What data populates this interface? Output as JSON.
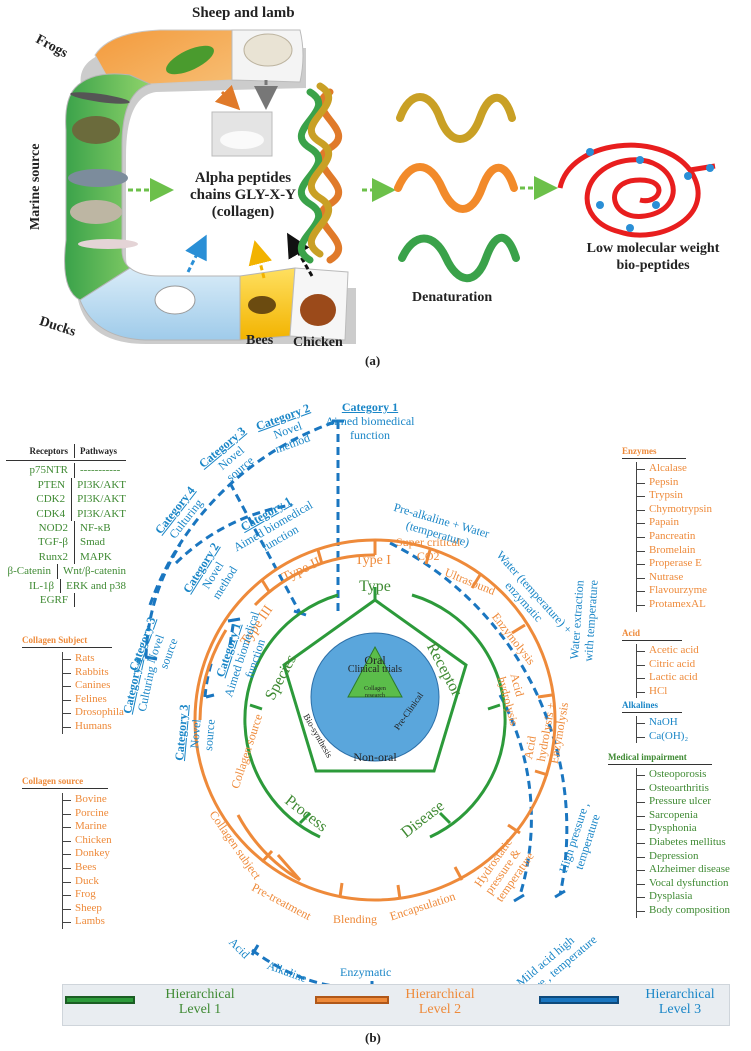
{
  "panel_a": {
    "sources": {
      "frogs": "Frogs",
      "sheep": "Sheep and lamb",
      "marine": "Marine source",
      "ducks": "Ducks",
      "bees": "Bees",
      "chicken": "Chicken"
    },
    "center_label": [
      "Alpha peptides",
      "chains GLY-X-Y",
      "(collagen)"
    ],
    "denaturation": "Denaturation",
    "bio_peptides": [
      "Low molecular weight",
      "bio-peptides"
    ],
    "caption": "(a)"
  },
  "panel_b": {
    "caption": "(b)",
    "center": {
      "core": [
        "Collagen",
        "research"
      ],
      "ring_top": "Clinical trials",
      "ring_left": "Bio-synthesis",
      "ring_right": "Pre-Clinical",
      "oral": "Oral",
      "non_oral": "Non-oral"
    },
    "level1": {
      "type": "Type",
      "receptor": "Receptor",
      "disease": "Disease",
      "process": "Process",
      "species": "Species"
    },
    "level2": {
      "type1": "Type I",
      "type2": "Type II",
      "type3": "Type III",
      "supercritical": "Super critical",
      "co2": "CO2",
      "ultrasound": "Ultrasound",
      "enzymolysis": "Enzymolysis",
      "acid_hydrolysis": [
        "Acid",
        "hydrolysis"
      ],
      "acid_hydro_enz": [
        "Acid",
        "hydrolysis +",
        "Enzymolysis"
      ],
      "hydrostatic": [
        "Hydrostatic",
        "pressure &",
        "temperature"
      ],
      "encapsulation": "Encapsulation",
      "blending": "Blending",
      "pretreatment": "Pre-treatment",
      "collagen_subject": "Collagen subject",
      "collagen_source": "Collagen source"
    },
    "level3": {
      "cat_label_1": "Category 1",
      "cat_label_2": "Category 2",
      "cat_label_3": "Category 3",
      "cat_label_4": "Category 4",
      "aimed": [
        "Aimed biomedical",
        "function"
      ],
      "novel_method": [
        "Novel",
        "method"
      ],
      "novel_source": [
        "Novel",
        "source"
      ],
      "culturing": "Culturing",
      "prealkaline": [
        "Pre-alkaline + Water",
        "(temperature)"
      ],
      "water_enz": [
        "Water (temperature) +",
        "enzymatic"
      ],
      "water_extract": [
        "Water extraction",
        "with temperature"
      ],
      "high_pressure": [
        "High pressure ,",
        "temperature"
      ],
      "mild_acid": [
        "Mild acid high",
        "pressure , temperature"
      ],
      "acid": "Acid",
      "alkaline": "Alkaline",
      "enzymatic": "Enzymatic"
    },
    "receptors_table": {
      "head_receptors": "Receptors",
      "head_pathways": "Pathways",
      "rows": [
        [
          "p75NTR",
          "-----------"
        ],
        [
          "PTEN",
          "PI3K/AKT"
        ],
        [
          "CDK2",
          "PI3K/AKT"
        ],
        [
          "CDK4",
          "PI3K/AKT"
        ],
        [
          "NOD2",
          "NF-κB"
        ],
        [
          "TGF-β",
          "Smad"
        ],
        [
          "Runx2",
          "MAPK"
        ],
        [
          "β-Catenin",
          "Wnt/β-catenin"
        ],
        [
          "IL-1β",
          "ERK and p38"
        ],
        [
          "EGRF",
          ""
        ]
      ]
    },
    "collagen_subject": {
      "title": "Collagen Subject",
      "items": [
        "Rats",
        "Rabbits",
        "Canines",
        "Felines",
        "Drosophila",
        "Humans"
      ]
    },
    "collagen_source": {
      "title": "Collagen source",
      "items": [
        "Bovine",
        "Porcine",
        "Marine",
        "Chicken",
        "Donkey",
        "Bees",
        "Duck",
        "Frog",
        "Sheep",
        "Lambs"
      ]
    },
    "enzymes": {
      "title": "Enzymes",
      "items": [
        "Alcalase",
        "Pepsin",
        "Trypsin",
        "Chymotrypsin",
        "Papain",
        "Pancreatin",
        "Bromelain",
        "Properase E",
        "Nutrase",
        "Flavourzyme",
        "ProtamexAL"
      ]
    },
    "acid": {
      "title": "Acid",
      "items": [
        "Acetic acid",
        "Citric acid",
        "Lactic acid",
        "HCl"
      ]
    },
    "alkalines": {
      "title": "Alkalines",
      "items": [
        "NaOH",
        "Ca(OH)₂"
      ]
    },
    "medical": {
      "title": "Medical impairment",
      "items": [
        "Osteoporosis",
        "Osteoarthritis",
        "Pressure ulcer",
        "Sarcopenia",
        "Dysphonia",
        "Diabetes mellitus",
        "Depression",
        "Alzheimer disease",
        "Vocal dysfunction",
        "Dysplasia",
        "Body composition"
      ]
    },
    "legend": {
      "level1": [
        "Hierarchical",
        "Level 1"
      ],
      "level2": [
        "Hierarchical",
        "Level 2"
      ],
      "level3": [
        "Hierarchical",
        "Level 3"
      ],
      "colors": {
        "level1": "#2c9a3a",
        "level2": "#ee8a3a",
        "level3": "#1a76c0"
      }
    }
  }
}
